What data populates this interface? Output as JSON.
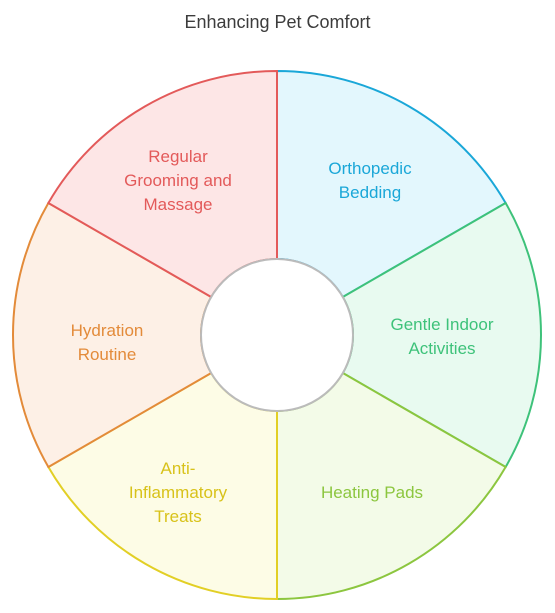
{
  "title": "Enhancing Pet Comfort",
  "segments": [
    {
      "lines": [
        "Orthopedic",
        "Bedding"
      ],
      "stroke": "#1aa7d8",
      "fill": "#e3f7fd",
      "text": "#1aa7d8"
    },
    {
      "lines": [
        "Gentle Indoor",
        "Activities"
      ],
      "stroke": "#3ec27a",
      "fill": "#e8faf0",
      "text": "#3ec27a"
    },
    {
      "lines": [
        "Heating Pads"
      ],
      "stroke": "#8cc63f",
      "fill": "#f3fbe8",
      "text": "#8cc63f"
    },
    {
      "lines": [
        "Anti-",
        "Inflammatory",
        "Treats"
      ],
      "stroke": "#e2cf25",
      "fill": "#fdfce6",
      "text": "#d8c21a"
    },
    {
      "lines": [
        "Hydration",
        "Routine"
      ],
      "stroke": "#e38b3a",
      "fill": "#fdf0e6",
      "text": "#e38b3a"
    },
    {
      "lines": [
        "Regular",
        "Grooming and",
        "Massage"
      ],
      "stroke": "#e35a5a",
      "fill": "#fde6e6",
      "text": "#e35a5a"
    }
  ]
}
